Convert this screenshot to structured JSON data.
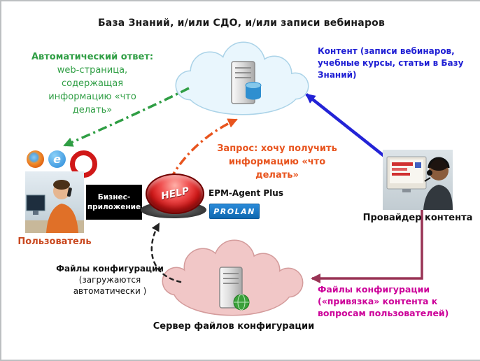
{
  "title": "База Знаний, и/или СДО, и/или записи вебинаров",
  "notes": {
    "auto_answer": {
      "lead": "Автоматический ответ:",
      "body": "web-страница,\nсодержащая\nинформацию «что\nделать»"
    },
    "content": {
      "text": "Контент (записи вебинаров,\nучебные курсы, статьи в Базу\nЗнаний)"
    },
    "request": {
      "lead": "Запрос:",
      "body": " хочу получить\nинформацию «что\nделать»"
    },
    "config_left": {
      "lead": "Файлы конфигурации",
      "body": "(загружаются\nавтоматически )"
    },
    "config_right": {
      "text": "Файлы конфигурации\n(«привязка» контента к\nвопросам пользователей)"
    }
  },
  "labels": {
    "business_app": "Бизнес-\nприложение",
    "help_button": "HELP",
    "epm_agent": "EPM-Agent Plus",
    "prolan_logo": "PROLAN",
    "user": "Пользователь",
    "provider": "Провайдер контента",
    "config_server": "Сервер файлов конфигурации"
  },
  "icons": {
    "browsers": [
      "firefox-icon",
      "ie-icon",
      "opera-icon"
    ],
    "ie_glyph": "e",
    "top_cloud": "server-with-database-icon",
    "bottom_cloud": "server-with-globe-icon"
  },
  "colors": {
    "title_text": "#1a1a1a",
    "auto_answer_green": "#2f9e44",
    "content_blue": "#1f1fd4",
    "request_orange": "#e8541e",
    "user_label_orange": "#c9481f",
    "config_magenta": "#cc0099",
    "binding_arrow_maroon": "#993355",
    "download_arrow_black": "#222222",
    "cloud_top_fill": "#e9f6fd",
    "cloud_bottom_fill": "#f1c7c7",
    "prolan_blue": "#1073bc",
    "help_red": "#d01818"
  }
}
